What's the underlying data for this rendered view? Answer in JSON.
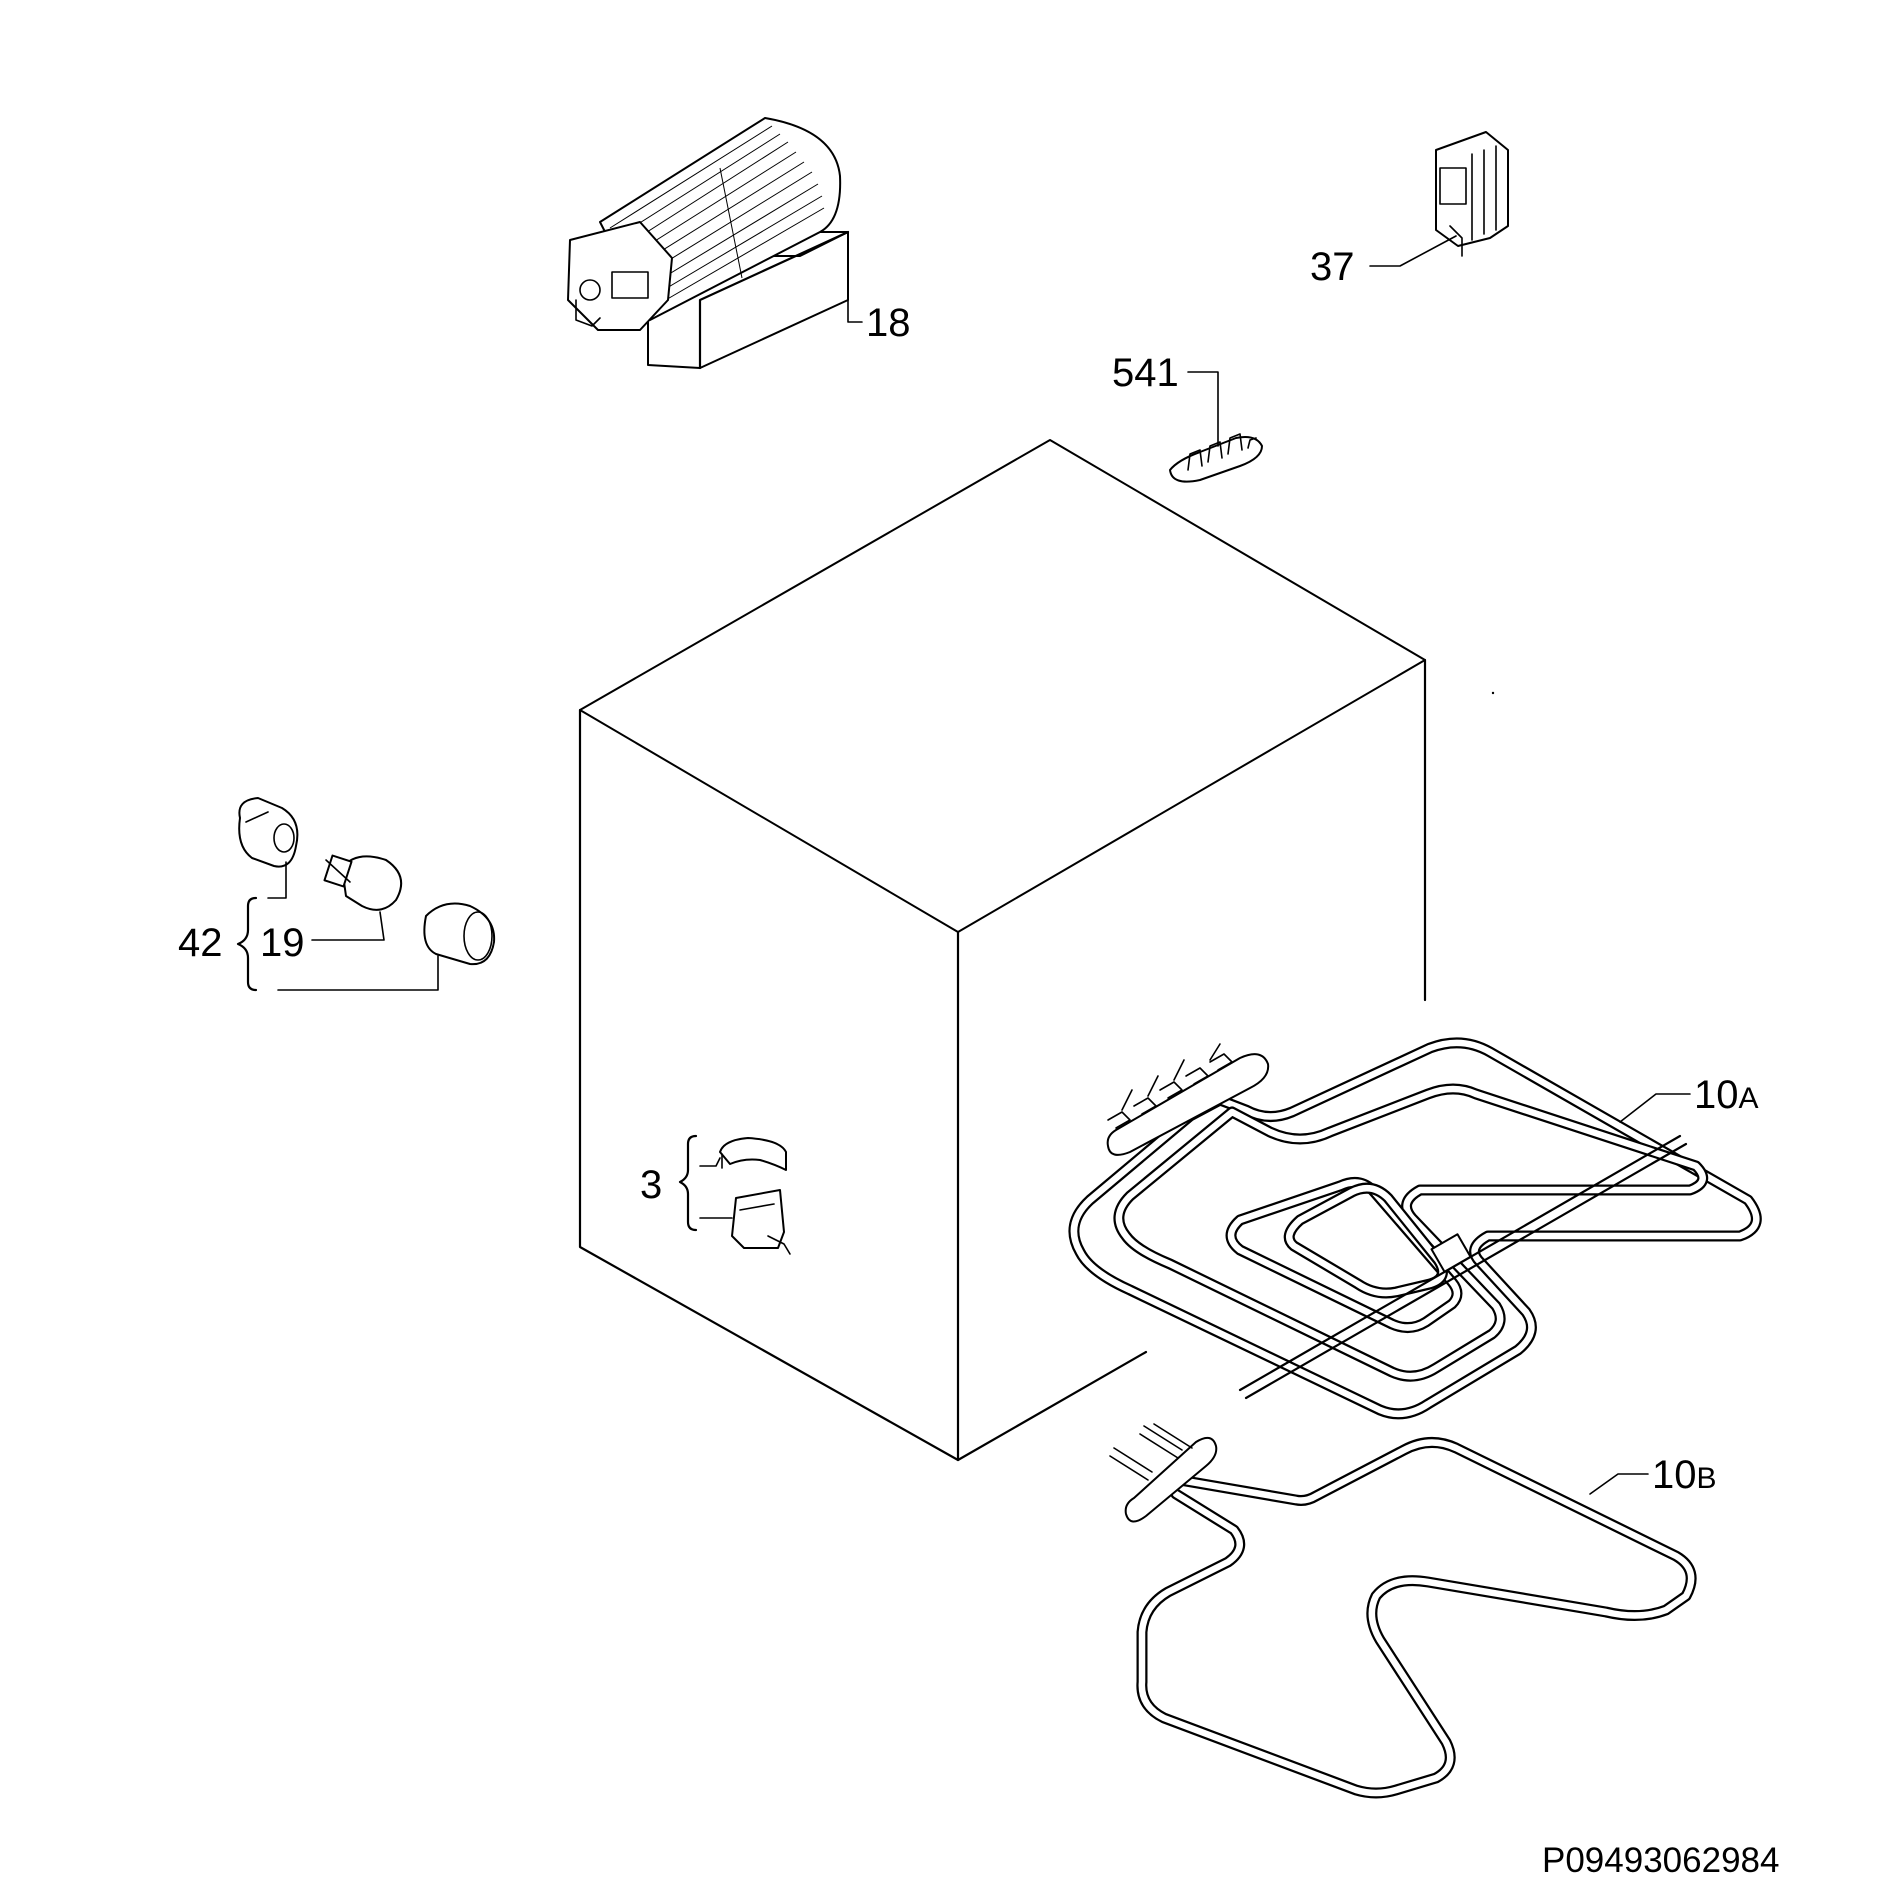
{
  "diagram": {
    "reference_code": "P09493062984",
    "callouts": {
      "fan_motor": "18",
      "thermostat": "37",
      "terminal_block": "541",
      "lamp_assembly_group": "42",
      "lamp_bulb": "19",
      "upper_heating_element_num": "10",
      "upper_heating_element_suffix": "A",
      "lower_heating_element_num": "10",
      "lower_heating_element_suffix": "B",
      "clip_group": "3"
    }
  }
}
